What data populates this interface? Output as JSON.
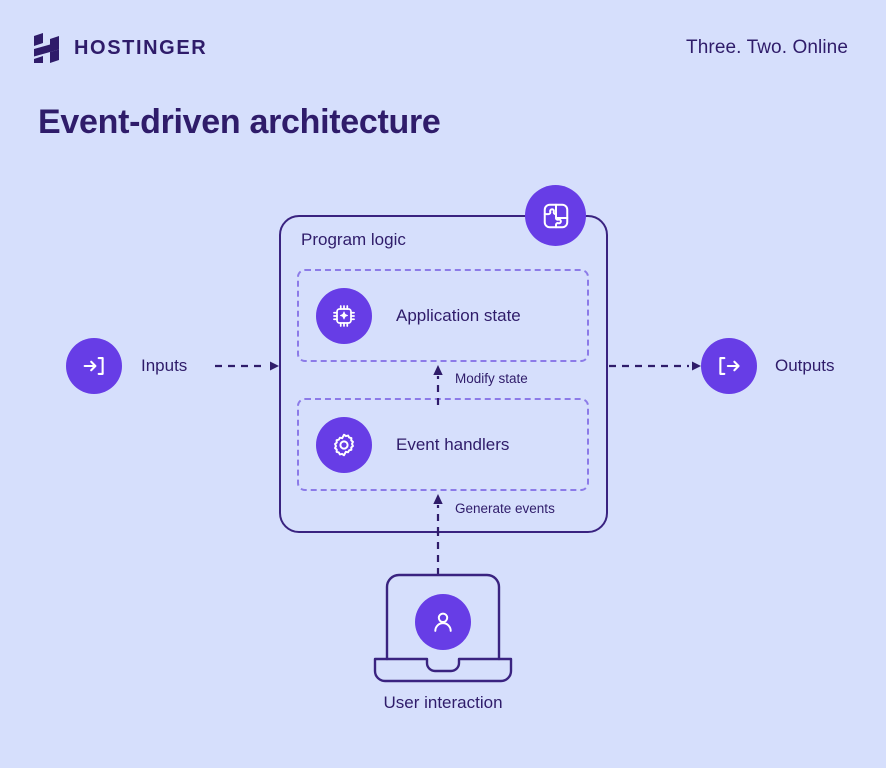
{
  "page": {
    "background_color": "#D6DFFC",
    "text_color": "#2F1C6A",
    "accent_color": "#673DE6",
    "dashed_border_color": "#8C7BE8",
    "box_border_color": "#3A2380"
  },
  "header": {
    "brand_name": "HOSTINGER",
    "brand_icon": "hostinger-h-logo",
    "tagline": "Three. Two. Online"
  },
  "title": "Event-driven architecture",
  "diagram": {
    "type": "flow-diagram",
    "program_box": {
      "label": "Program logic",
      "badge_icon": "puzzle-piece-icon",
      "panels": [
        {
          "label": "Application state",
          "icon": "cpu-chip-icon"
        },
        {
          "label": "Event handlers",
          "icon": "gear-icon"
        }
      ]
    },
    "nodes": [
      {
        "label": "Inputs",
        "icon": "arrow-into-bracket-icon",
        "side": "left"
      },
      {
        "label": "Outputs",
        "icon": "arrow-out-of-bracket-icon",
        "side": "right"
      }
    ],
    "connectors": [
      {
        "label": "",
        "from": "Inputs",
        "to": "Program logic",
        "style": "dashed",
        "direction": "right"
      },
      {
        "label": "",
        "from": "Program logic",
        "to": "Outputs",
        "style": "dashed",
        "direction": "right"
      },
      {
        "label": "Modify state",
        "from": "Event handlers",
        "to": "Application state",
        "style": "dashed",
        "direction": "up"
      },
      {
        "label": "Generate events",
        "from": "User interaction",
        "to": "Event handlers",
        "style": "dashed",
        "direction": "up"
      }
    ],
    "user_node": {
      "caption": "User interaction",
      "icon": "user-avatar-icon",
      "device_icon": "laptop-icon"
    }
  }
}
